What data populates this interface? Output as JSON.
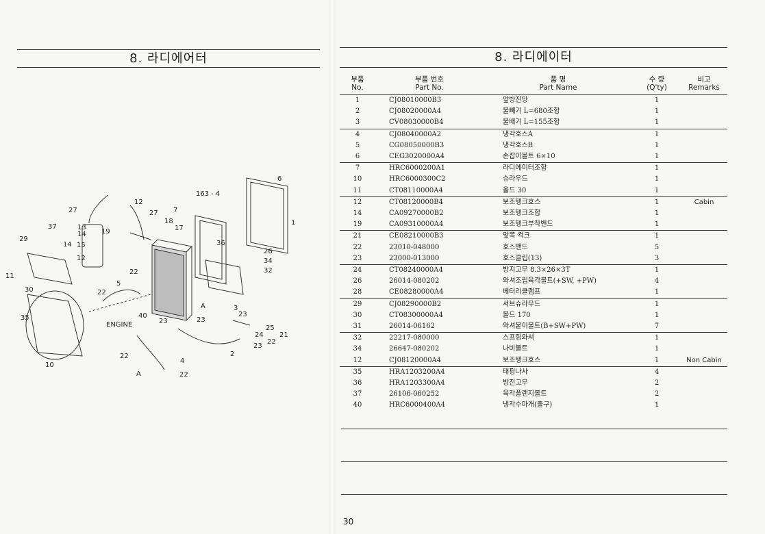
{
  "left": {
    "title": "8. 라디에어터"
  },
  "right": {
    "title": "8. 라디에이터"
  },
  "header": {
    "no_ko": "부품",
    "no_en": "No.",
    "pn_ko": "부품 번호",
    "pn_en": "Part No.",
    "name_ko": "품 명",
    "name_en": "Part Name",
    "qty_ko": "수 량",
    "qty_en": "(Q'ty)",
    "rem_ko": "비고",
    "rem_en": "Remarks"
  },
  "parts": [
    {
      "no": "1",
      "pn": "CJ08010000B3",
      "name": "앞방진망",
      "qty": "1",
      "rem": ""
    },
    {
      "no": "2",
      "pn": "CJ08020000A4",
      "name": "물빼기 L=680조합",
      "qty": "1",
      "rem": ""
    },
    {
      "no": "3",
      "pn": "CV08030000B4",
      "name": "물배기 L=155조합",
      "qty": "1",
      "rem": ""
    },
    {
      "no": "4",
      "pn": "CJ08040000A2",
      "name": "냉각호스A",
      "qty": "1",
      "rem": ""
    },
    {
      "no": "5",
      "pn": "CG08050000B3",
      "name": "냉각호스B",
      "qty": "1",
      "rem": ""
    },
    {
      "no": "6",
      "pn": "CEG3020000A4",
      "name": "손잡이볼트 6×10",
      "qty": "1",
      "rem": ""
    },
    {
      "no": "7",
      "pn": "HRC6000200A1",
      "name": "라디에이터조합",
      "qty": "1",
      "rem": ""
    },
    {
      "no": "10",
      "pn": "HRC6000300C2",
      "name": "슈라우드",
      "qty": "1",
      "rem": ""
    },
    {
      "no": "11",
      "pn": "CT08110000A4",
      "name": "올드 30",
      "qty": "1",
      "rem": ""
    },
    {
      "no": "12",
      "pn": "CT08120000B4",
      "name": "보조탱크호스",
      "qty": "1",
      "rem": "Cabin"
    },
    {
      "no": "14",
      "pn": "CA09270000B2",
      "name": "보조탱크조합",
      "qty": "1",
      "rem": ""
    },
    {
      "no": "19",
      "pn": "CA09310000A4",
      "name": "보조탱크부착밴드",
      "qty": "1",
      "rem": ""
    },
    {
      "no": "21",
      "pn": "CE08210000B3",
      "name": "앞쪽 컥크",
      "qty": "1",
      "rem": ""
    },
    {
      "no": "22",
      "pn": "23010-048000",
      "name": "호스밴드",
      "qty": "5",
      "rem": ""
    },
    {
      "no": "23",
      "pn": "23000-013000",
      "name": "호스클립(13)",
      "qty": "3",
      "rem": ""
    },
    {
      "no": "24",
      "pn": "CT08240000A4",
      "name": "방지고무 8.3×26×3T",
      "qty": "1",
      "rem": ""
    },
    {
      "no": "26",
      "pn": "26014-080202",
      "name": "와셔조립육각볼트(+SW, +PW)",
      "qty": "4",
      "rem": ""
    },
    {
      "no": "28",
      "pn": "CE08280000A4",
      "name": "베터리클램프",
      "qty": "1",
      "rem": ""
    },
    {
      "no": "29",
      "pn": "CJ08290000B2",
      "name": "서브슈라우드",
      "qty": "1",
      "rem": ""
    },
    {
      "no": "30",
      "pn": "CT08300000A4",
      "name": "몰드 170",
      "qty": "1",
      "rem": ""
    },
    {
      "no": "31",
      "pn": "26014-06162",
      "name": "와셔붙이볼트(B+SW+PW)",
      "qty": "7",
      "rem": ""
    },
    {
      "no": "32",
      "pn": "22217-080000",
      "name": "스프링와셔",
      "qty": "1",
      "rem": ""
    },
    {
      "no": "34",
      "pn": "26647-080202",
      "name": "나비볼트",
      "qty": "1",
      "rem": ""
    },
    {
      "no": "12",
      "pn": "CJ08120000A4",
      "name": "보조탱크호스",
      "qty": "1",
      "rem": "Non Cabin"
    },
    {
      "no": "35",
      "pn": "HRA1203200A4",
      "name": "태핑나사",
      "qty": "4",
      "rem": ""
    },
    {
      "no": "36",
      "pn": "HRA1203300A4",
      "name": "방진고무",
      "qty": "2",
      "rem": ""
    },
    {
      "no": "37",
      "pn": "26106-060252",
      "name": "육각플랜지볼트",
      "qty": "2",
      "rem": ""
    },
    {
      "no": "40",
      "pn": "HRC6000400A4",
      "name": "냉각수마개(출구)",
      "qty": "1",
      "rem": ""
    }
  ],
  "diagram": {
    "labels": [
      "27",
      "12",
      "27",
      "7",
      "18",
      "17",
      "163",
      "4",
      "6",
      "1",
      "13",
      "14",
      "19",
      "37",
      "29",
      "14",
      "15",
      "12",
      "36",
      "26",
      "34",
      "32",
      "11",
      "5",
      "22",
      "30",
      "22",
      "A",
      "35",
      "ENGINE",
      "40",
      "23",
      "23",
      "3",
      "23",
      "25",
      "24",
      "21",
      "23",
      "22",
      "2",
      "22",
      "4",
      "10",
      "A",
      "22"
    ]
  },
  "page_number": "30"
}
